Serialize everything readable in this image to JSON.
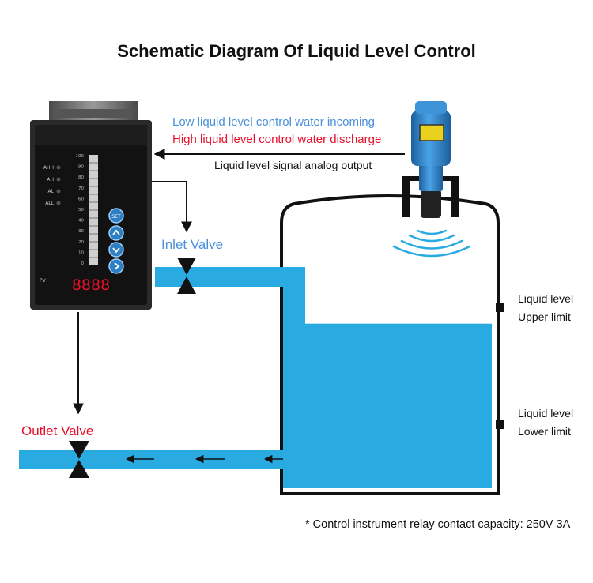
{
  "title": "Schematic Diagram Of Liquid Level Control",
  "colors": {
    "water": "#29ABE2",
    "arrow": "#111111",
    "low_text": "#4A90D9",
    "high_text": "#E8102A",
    "outlet_text": "#E8102A",
    "inlet_text": "#4A90D9",
    "sensor": "#2E7FC4",
    "display_red": "#E8102A"
  },
  "labels": {
    "low_level": "Low liquid level control water incoming",
    "high_level": "High liquid level control water discharge",
    "signal": "Liquid level signal analog output",
    "inlet_valve": "Inlet Valve",
    "outlet_valve": "Outlet Valve",
    "upper_limit_line1": "Liquid level",
    "upper_limit_line2": "Upper limit",
    "lower_limit_line1": "Liquid level",
    "lower_limit_line2": "Lower limit",
    "note": "* Control instrument relay contact capacity: 250V 3A"
  },
  "controller": {
    "indicators": [
      "AHH",
      "AH",
      "AL",
      "ALL"
    ],
    "scale_ticks": [
      "100",
      "90",
      "80",
      "70",
      "60",
      "50",
      "40",
      "30",
      "20",
      "10",
      "0"
    ],
    "buttons": [
      "SET",
      "up-chevron-icon",
      "down-chevron-icon",
      "right-chevron-icon"
    ],
    "pv_label": "PV",
    "display_value": "8888"
  },
  "tank": {
    "water_level": 0.62
  }
}
